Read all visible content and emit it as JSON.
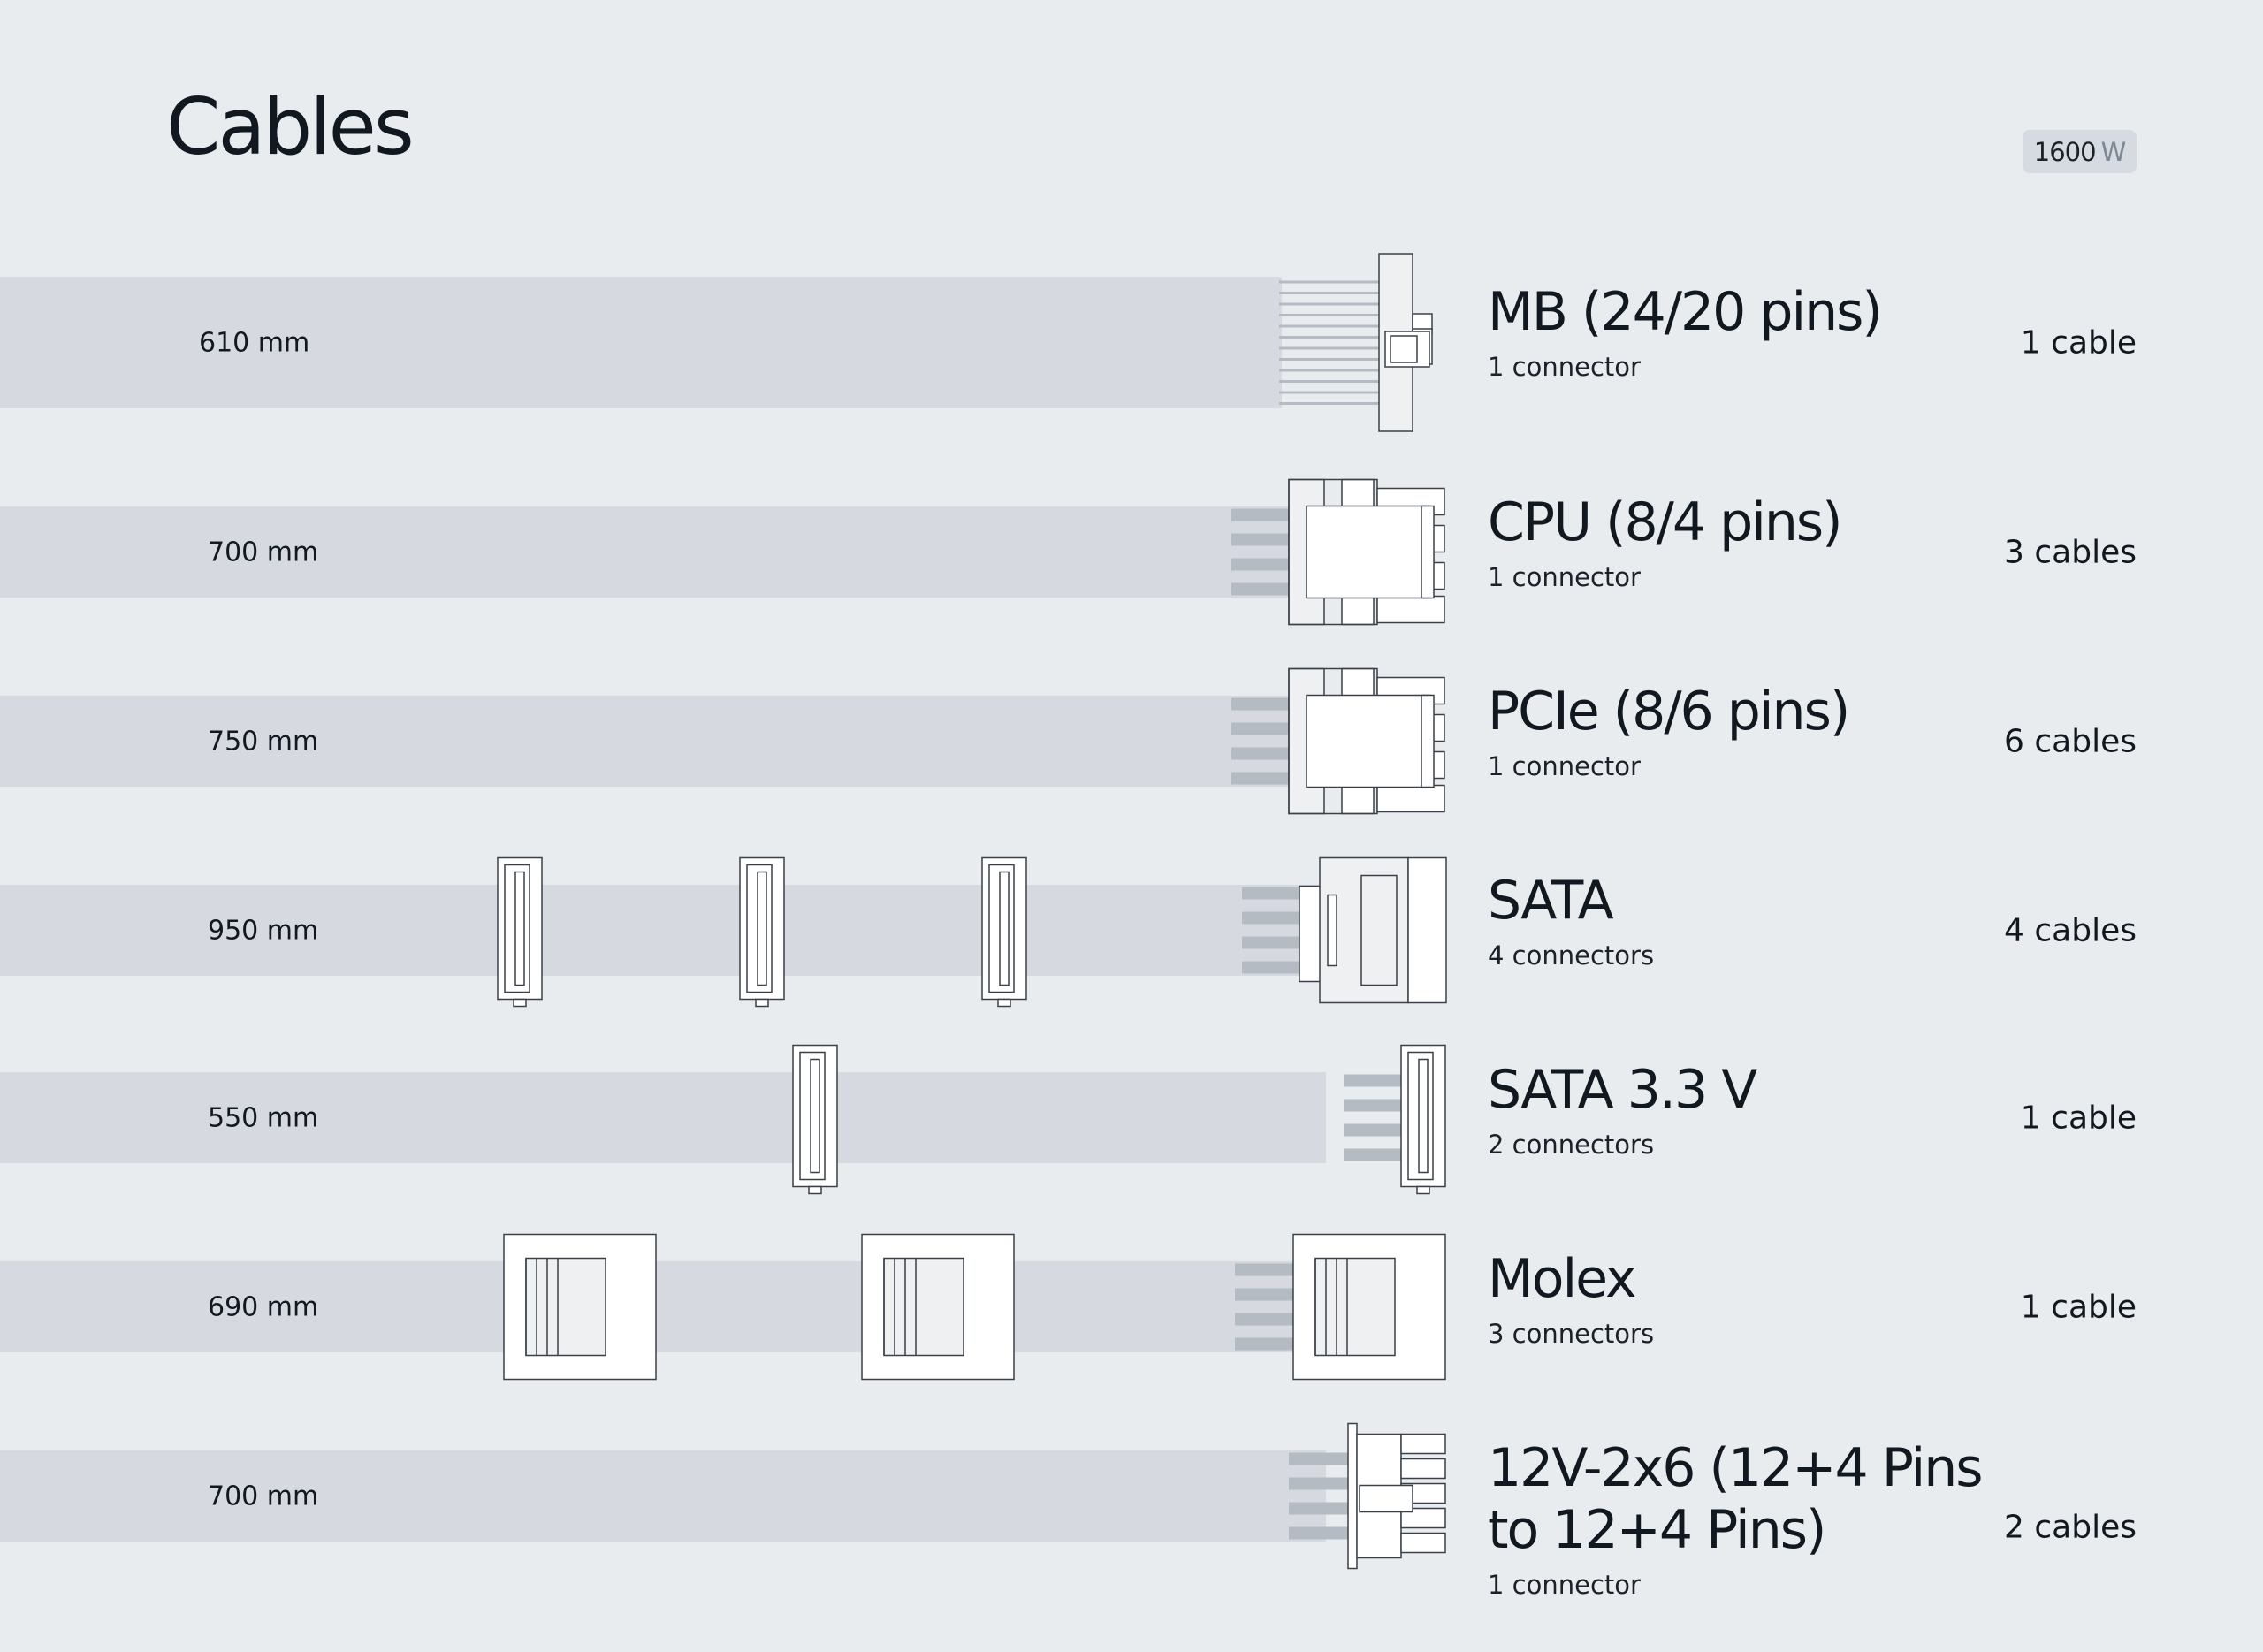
{
  "header": {
    "title": "Cables",
    "wattage": "1600",
    "wattage_unit": "W"
  },
  "cables": [
    {
      "name": "MB (24/20 pins)",
      "connectors": "1 connector",
      "length": "610 mm",
      "count": "1 cable",
      "type": "mb",
      "inline": 0
    },
    {
      "name": "CPU (8/4 pins)",
      "connectors": "1 connector",
      "length": "700 mm",
      "count": "3 cables",
      "type": "cpu",
      "inline": 0
    },
    {
      "name": "PCIe (8/6 pins)",
      "connectors": "1 connector",
      "length": "750 mm",
      "count": "6 cables",
      "type": "pcie",
      "inline": 0
    },
    {
      "name": "SATA",
      "connectors": "4 connectors",
      "length": "950 mm",
      "count": "4 cables",
      "type": "sata",
      "inline": 3
    },
    {
      "name": "SATA 3.3 V",
      "connectors": "2 connectors",
      "length": "550 mm",
      "count": "1 cable",
      "type": "sata33",
      "inline": 1
    },
    {
      "name": "Molex",
      "connectors": "3 connectors",
      "length": "690 mm",
      "count": "1 cable",
      "type": "molex",
      "inline": 2
    },
    {
      "name": "12V-2x6 (12+4 Pins to 12+4 Pins)",
      "connectors": "1 connector",
      "length": "700 mm",
      "count": "2 cables",
      "type": "12v",
      "inline": 0
    }
  ]
}
